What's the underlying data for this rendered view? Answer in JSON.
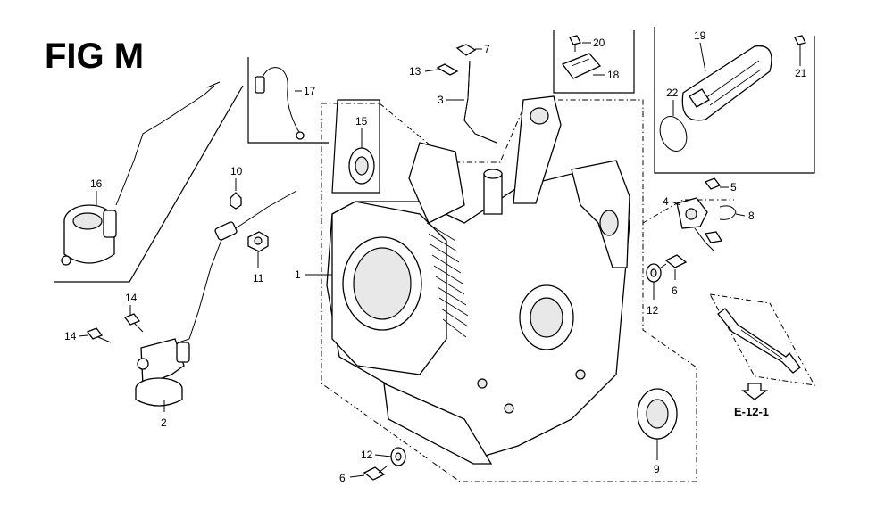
{
  "figure": {
    "title": "FIG M",
    "reference": "E-12-1"
  },
  "callouts": [
    {
      "id": "c1",
      "text": "1"
    },
    {
      "id": "c2",
      "text": "2"
    },
    {
      "id": "c3",
      "text": "3"
    },
    {
      "id": "c4",
      "text": "4"
    },
    {
      "id": "c5",
      "text": "5"
    },
    {
      "id": "c6a",
      "text": "6"
    },
    {
      "id": "c6b",
      "text": "6"
    },
    {
      "id": "c7",
      "text": "7"
    },
    {
      "id": "c8",
      "text": "8"
    },
    {
      "id": "c9",
      "text": "9"
    },
    {
      "id": "c10",
      "text": "10"
    },
    {
      "id": "c11",
      "text": "11"
    },
    {
      "id": "c12a",
      "text": "12"
    },
    {
      "id": "c12b",
      "text": "12"
    },
    {
      "id": "c13",
      "text": "13"
    },
    {
      "id": "c14a",
      "text": "14"
    },
    {
      "id": "c14b",
      "text": "14"
    },
    {
      "id": "c15",
      "text": "15"
    },
    {
      "id": "c16",
      "text": "16"
    },
    {
      "id": "c17",
      "text": "17"
    },
    {
      "id": "c18",
      "text": "18"
    },
    {
      "id": "c19",
      "text": "19"
    },
    {
      "id": "c20",
      "text": "20"
    },
    {
      "id": "c21",
      "text": "21"
    },
    {
      "id": "c22",
      "text": "22"
    }
  ]
}
